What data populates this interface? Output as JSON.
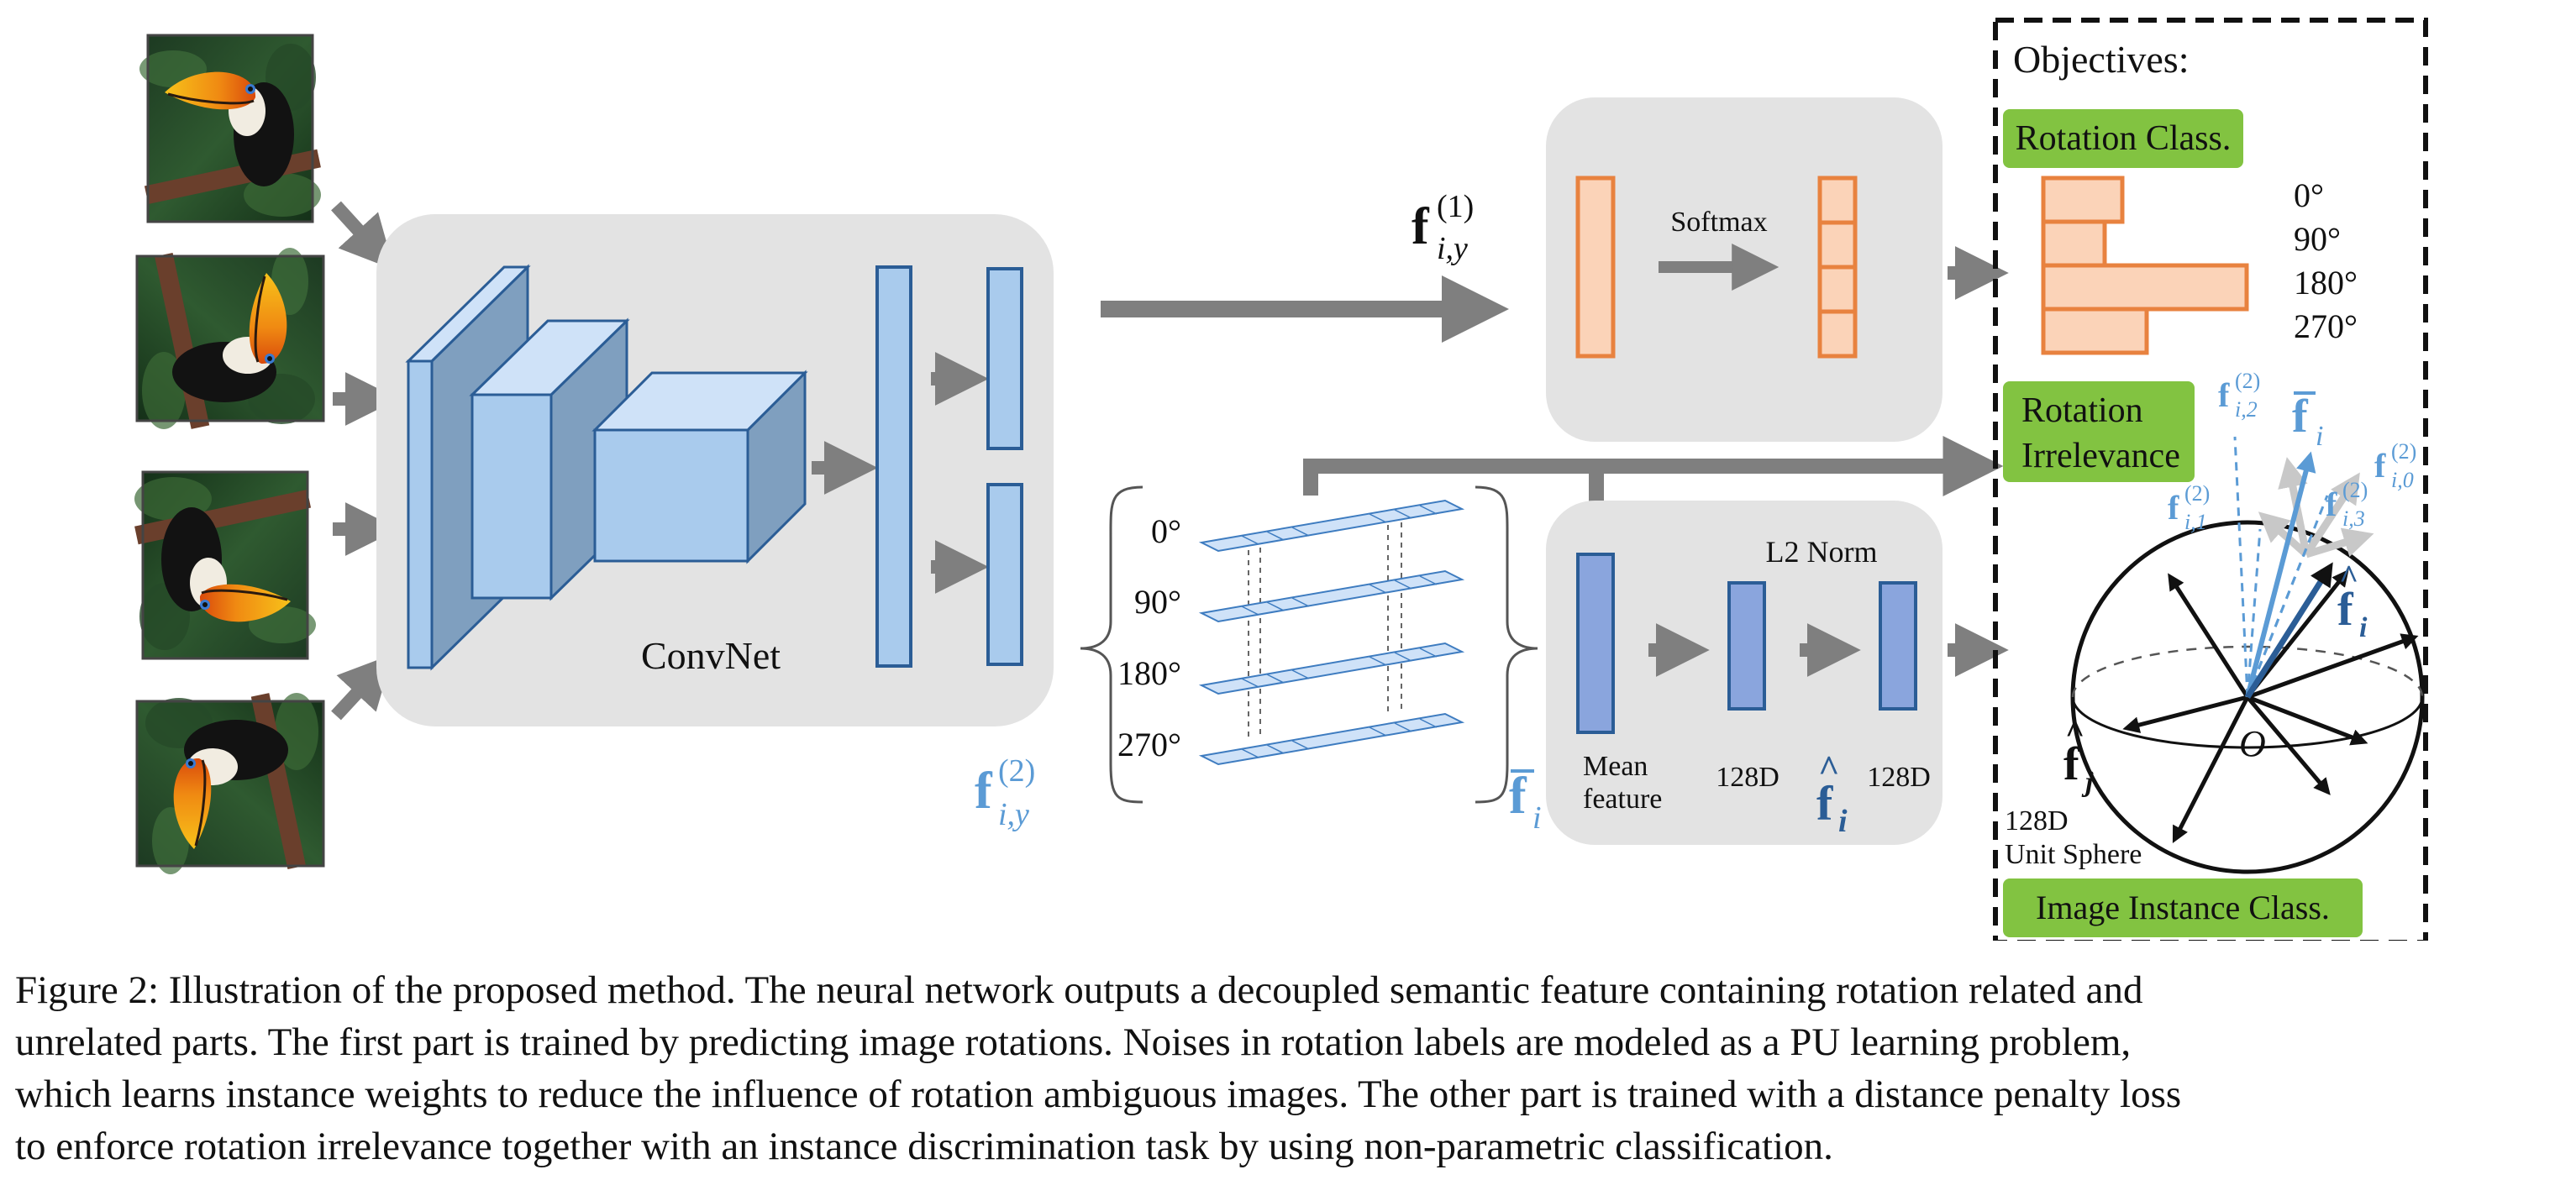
{
  "figure": {
    "convnet_label": "ConvNet",
    "f_upper": {
      "base": "f",
      "sup": "(1)",
      "sub": "i,y"
    },
    "f_lower": {
      "base": "f",
      "sup": "(2)",
      "sub": "i,y"
    },
    "softmax_label": "Softmax",
    "rotation_labels": [
      "0°",
      "90°",
      "180°",
      "270°"
    ],
    "fbar": {
      "base": "f",
      "sub": "i"
    },
    "mean_feature": [
      "Mean",
      "feature"
    ],
    "dim_label": "128D",
    "l2_norm_label": "L2 Norm",
    "fhat": {
      "base": "f",
      "sub": "i"
    },
    "objectives_title": "Objectives:",
    "objectives": {
      "rotation_class": "Rotation Class.",
      "rotation_irrelevance": [
        "Rotation",
        "Irrelevance"
      ],
      "instance_class": "Image Instance Class."
    },
    "histogram": {
      "labels": [
        "0°",
        "90°",
        "180°",
        "270°"
      ],
      "relative_values": [
        0.39,
        0.3,
        1.0,
        0.51
      ]
    },
    "sphere": {
      "dim_label": "128D",
      "name_label": "Unit Sphere",
      "origin_label": "O",
      "vec_labels": {
        "f_i2": {
          "base": "f",
          "sup": "(2)",
          "sub": "i,2"
        },
        "f_i1": {
          "base": "f",
          "sup": "(2)",
          "sub": "i,1"
        },
        "f_i3": {
          "base": "f",
          "sup": "(2)",
          "sub": "i,3"
        },
        "f_i0": {
          "base": "f",
          "sup": "(2)",
          "sub": "i,0"
        },
        "fbar_i": {
          "base": "f",
          "sub": "i"
        },
        "fhat_i": {
          "base": "f",
          "sub": "i"
        },
        "fhat_j": {
          "base": "f",
          "sub": "j"
        }
      }
    },
    "colors": {
      "panel_gray": "#e3e3e3",
      "arrow_gray": "#7f7f7f",
      "light_blue": "#a9cbed",
      "blue_stroke": "#2b5d96",
      "mid_blue": "#8aa5dd",
      "orange_fill": "#fbd3b8",
      "orange_stroke": "#e8823f",
      "green": "#82c341",
      "text_blue": "#5b9bd5"
    }
  },
  "caption": {
    "lines": [
      "Figure 2: Illustration of the proposed method. The neural network outputs a decoupled semantic feature containing rotation related and",
      "unrelated parts. The first part is trained by predicting image rotations. Noises in rotation labels are modeled as a PU learning problem,",
      "which learns instance weights to reduce the influence of rotation ambiguous images. The other part is trained with a distance penalty loss",
      "to enforce rotation irrelevance together with an instance discrimination task by using non-parametric classification."
    ]
  }
}
